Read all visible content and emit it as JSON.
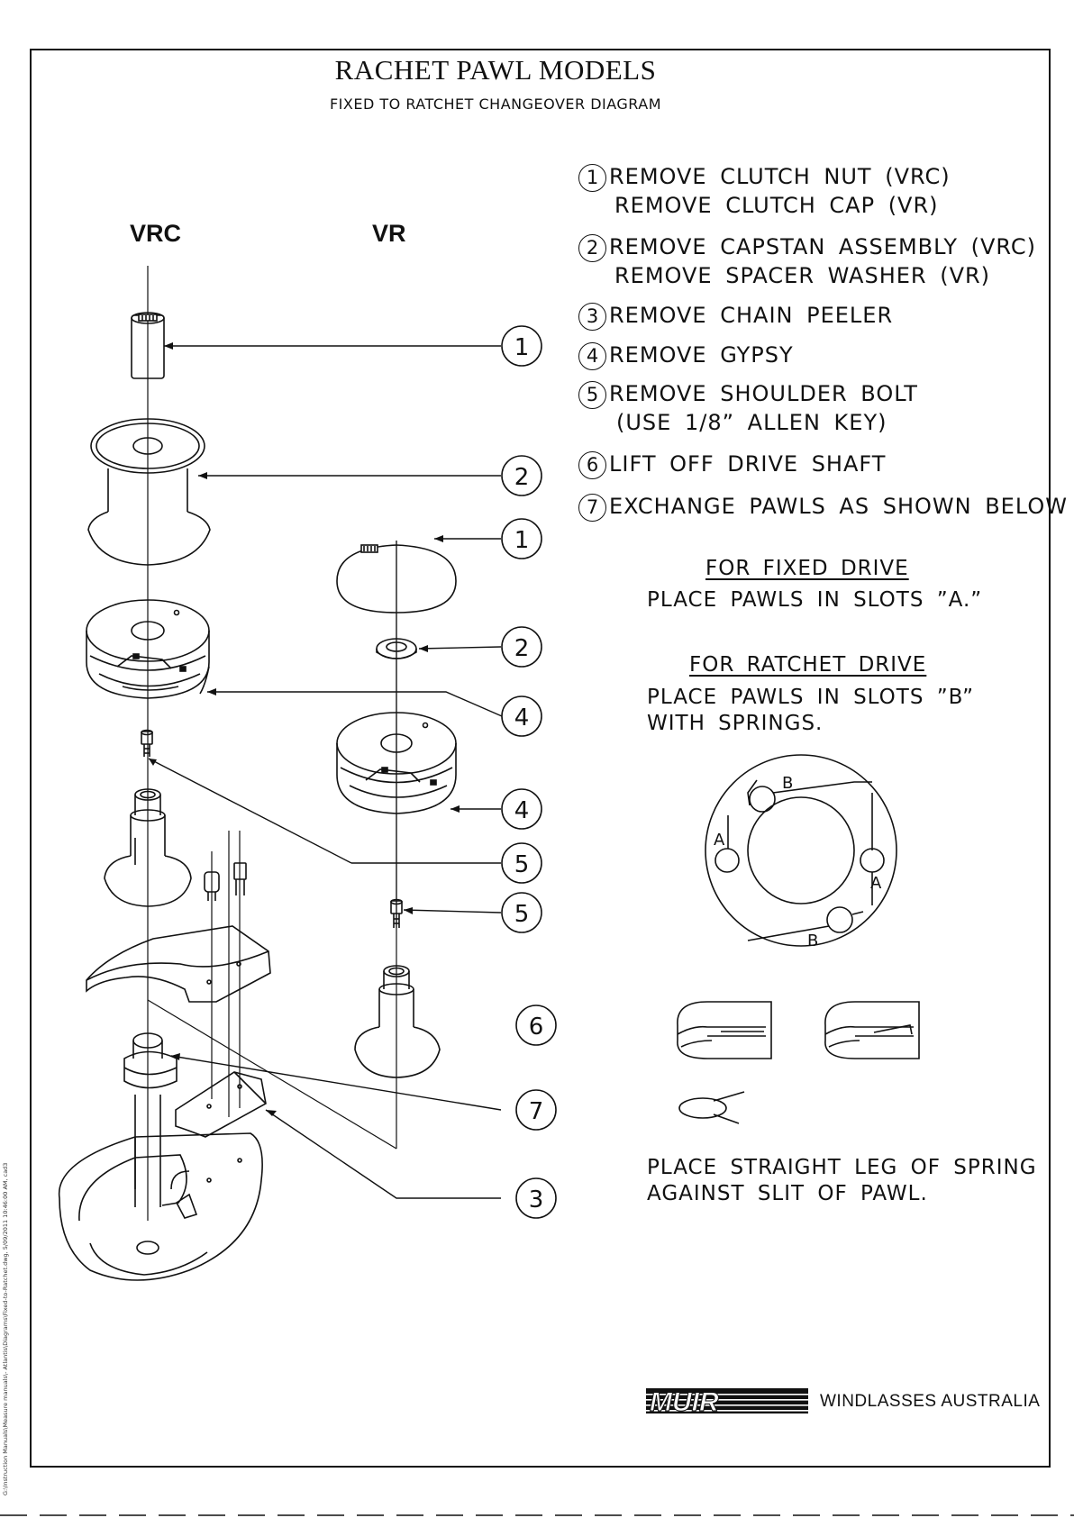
{
  "title": "RACHET PAWL MODELS",
  "subtitle": "FIXED TO RATCHET CHANGEOVER DIAGRAM",
  "models": {
    "left": "VRC",
    "right": "VR"
  },
  "steps": [
    {
      "num": "1",
      "line1": "REMOVE CLUTCH NUT (VRC)",
      "line2": "REMOVE CLUTCH CAP (VR)"
    },
    {
      "num": "2",
      "line1": "REMOVE CAPSTAN ASSEMBLY (VRC)",
      "line2": "REMOVE SPACER WASHER (VR)"
    },
    {
      "num": "3",
      "line1": "REMOVE CHAIN PEELER"
    },
    {
      "num": "4",
      "line1": "REMOVE GYPSY"
    },
    {
      "num": "5",
      "line1": "REMOVE SHOULDER BOLT",
      "line2": "(USE 1/8” ALLEN KEY)"
    },
    {
      "num": "6",
      "line1": "LIFT OFF DRIVE SHAFT"
    },
    {
      "num": "7",
      "line1": "EXCHANGE PAWLS AS SHOWN BELOW"
    }
  ],
  "fixed_drive": {
    "heading": "FOR FIXED DRIVE",
    "text": "PLACE PAWLS IN SLOTS ”A.”"
  },
  "ratchet_drive": {
    "heading": "FOR RATCHET DRIVE",
    "line1": "PLACE PAWLS IN SLOTS ”B”",
    "line2": "WITH SPRINGS."
  },
  "slot_labels": {
    "a": "A",
    "b": "B"
  },
  "callouts": {
    "vrc_clutch_nut": "1",
    "vrc_capstan": "2",
    "vrc_gypsy": "4",
    "vrc_bolt": "5",
    "vr_cap": "1",
    "vr_washer": "2",
    "vr_gypsy": "4",
    "vr_bolt": "5",
    "shaft": "6",
    "pawls": "7",
    "peeler": "3"
  },
  "spring_note": {
    "line1": "PLACE STRAIGHT LEG OF SPRING",
    "line2": "AGAINST SLIT OF PAWL."
  },
  "brand": {
    "logo_text": "MUIR",
    "company": "WINDLASSES AUSTRALIA"
  },
  "file_path": "G:\\Instruction Manuals\\Measure manuals\\- Atlantis\\Diagrams\\Fixed-to-Ratchet.dwg, 5/09/2011 10:46:00 AM, cad3"
}
